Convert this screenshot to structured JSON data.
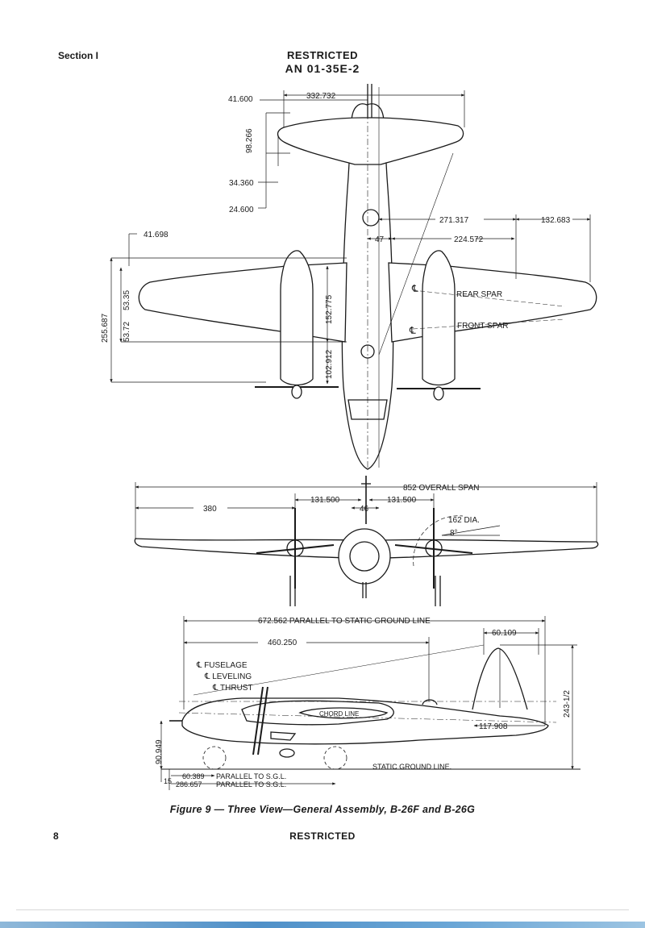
{
  "header": {
    "section": "Section I",
    "restricted": "RESTRICTED",
    "doc_number": "AN 01-35E-2"
  },
  "top_view_dims": {
    "tail_span": "332.732",
    "d_41_600": "41.600",
    "d_98_266": "98.266",
    "d_34_360": "34.360",
    "d_24_600": "24.600",
    "d_41_698": "41.698",
    "d_271_317": "271.317",
    "d_132_683": "132.683",
    "d_47": "47",
    "d_224_572": "224.572",
    "d_255_687": "255.687",
    "d_53_35": "53.35",
    "d_53_72": "53.72",
    "d_152_775": "152.775",
    "d_102_912": "102.912",
    "rear_spar": "REAR  SPAR",
    "front_spar": "FRONT  SPAR",
    "cl_symbol": "℄"
  },
  "front_view_dims": {
    "overall_span": "852  OVERALL  SPAN",
    "d_380": "380",
    "d_131_500_left": "131.500",
    "d_46": "46",
    "d_131_500_right": "131.500",
    "prop_dia": "162  DIA.",
    "dihedral": "8°"
  },
  "side_view_dims": {
    "d_672_562": "672.562  PARALLEL  TO  STATIC  GROUND  LINE",
    "d_460_250": "460.250",
    "d_60_109": "60.109",
    "cl_fuselage": "℄ FUSELAGE",
    "cl_leveling": "℄ LEVELING",
    "cl_thrust": "℄ THRUST",
    "chord_line": "CHORD  LINE",
    "d_117_908": "117.908",
    "d_243_half": "243-1/2",
    "d_90_949": "90.949",
    "static_ground_line": "STATIC  GROUND  LINE.",
    "d_60_389": "60.389",
    "parallel_sgl_1": "PARALLEL  TO  S.G.L.",
    "d_286_657": "286.657",
    "parallel_sgl_2": "PARALLEL  TO  S.G.L.",
    "d_15": "15"
  },
  "caption": "Figure 9 — Three View—General Assembly, B-26F and B-26G",
  "footer": {
    "page_number": "8",
    "restricted": "RESTRICTED"
  }
}
